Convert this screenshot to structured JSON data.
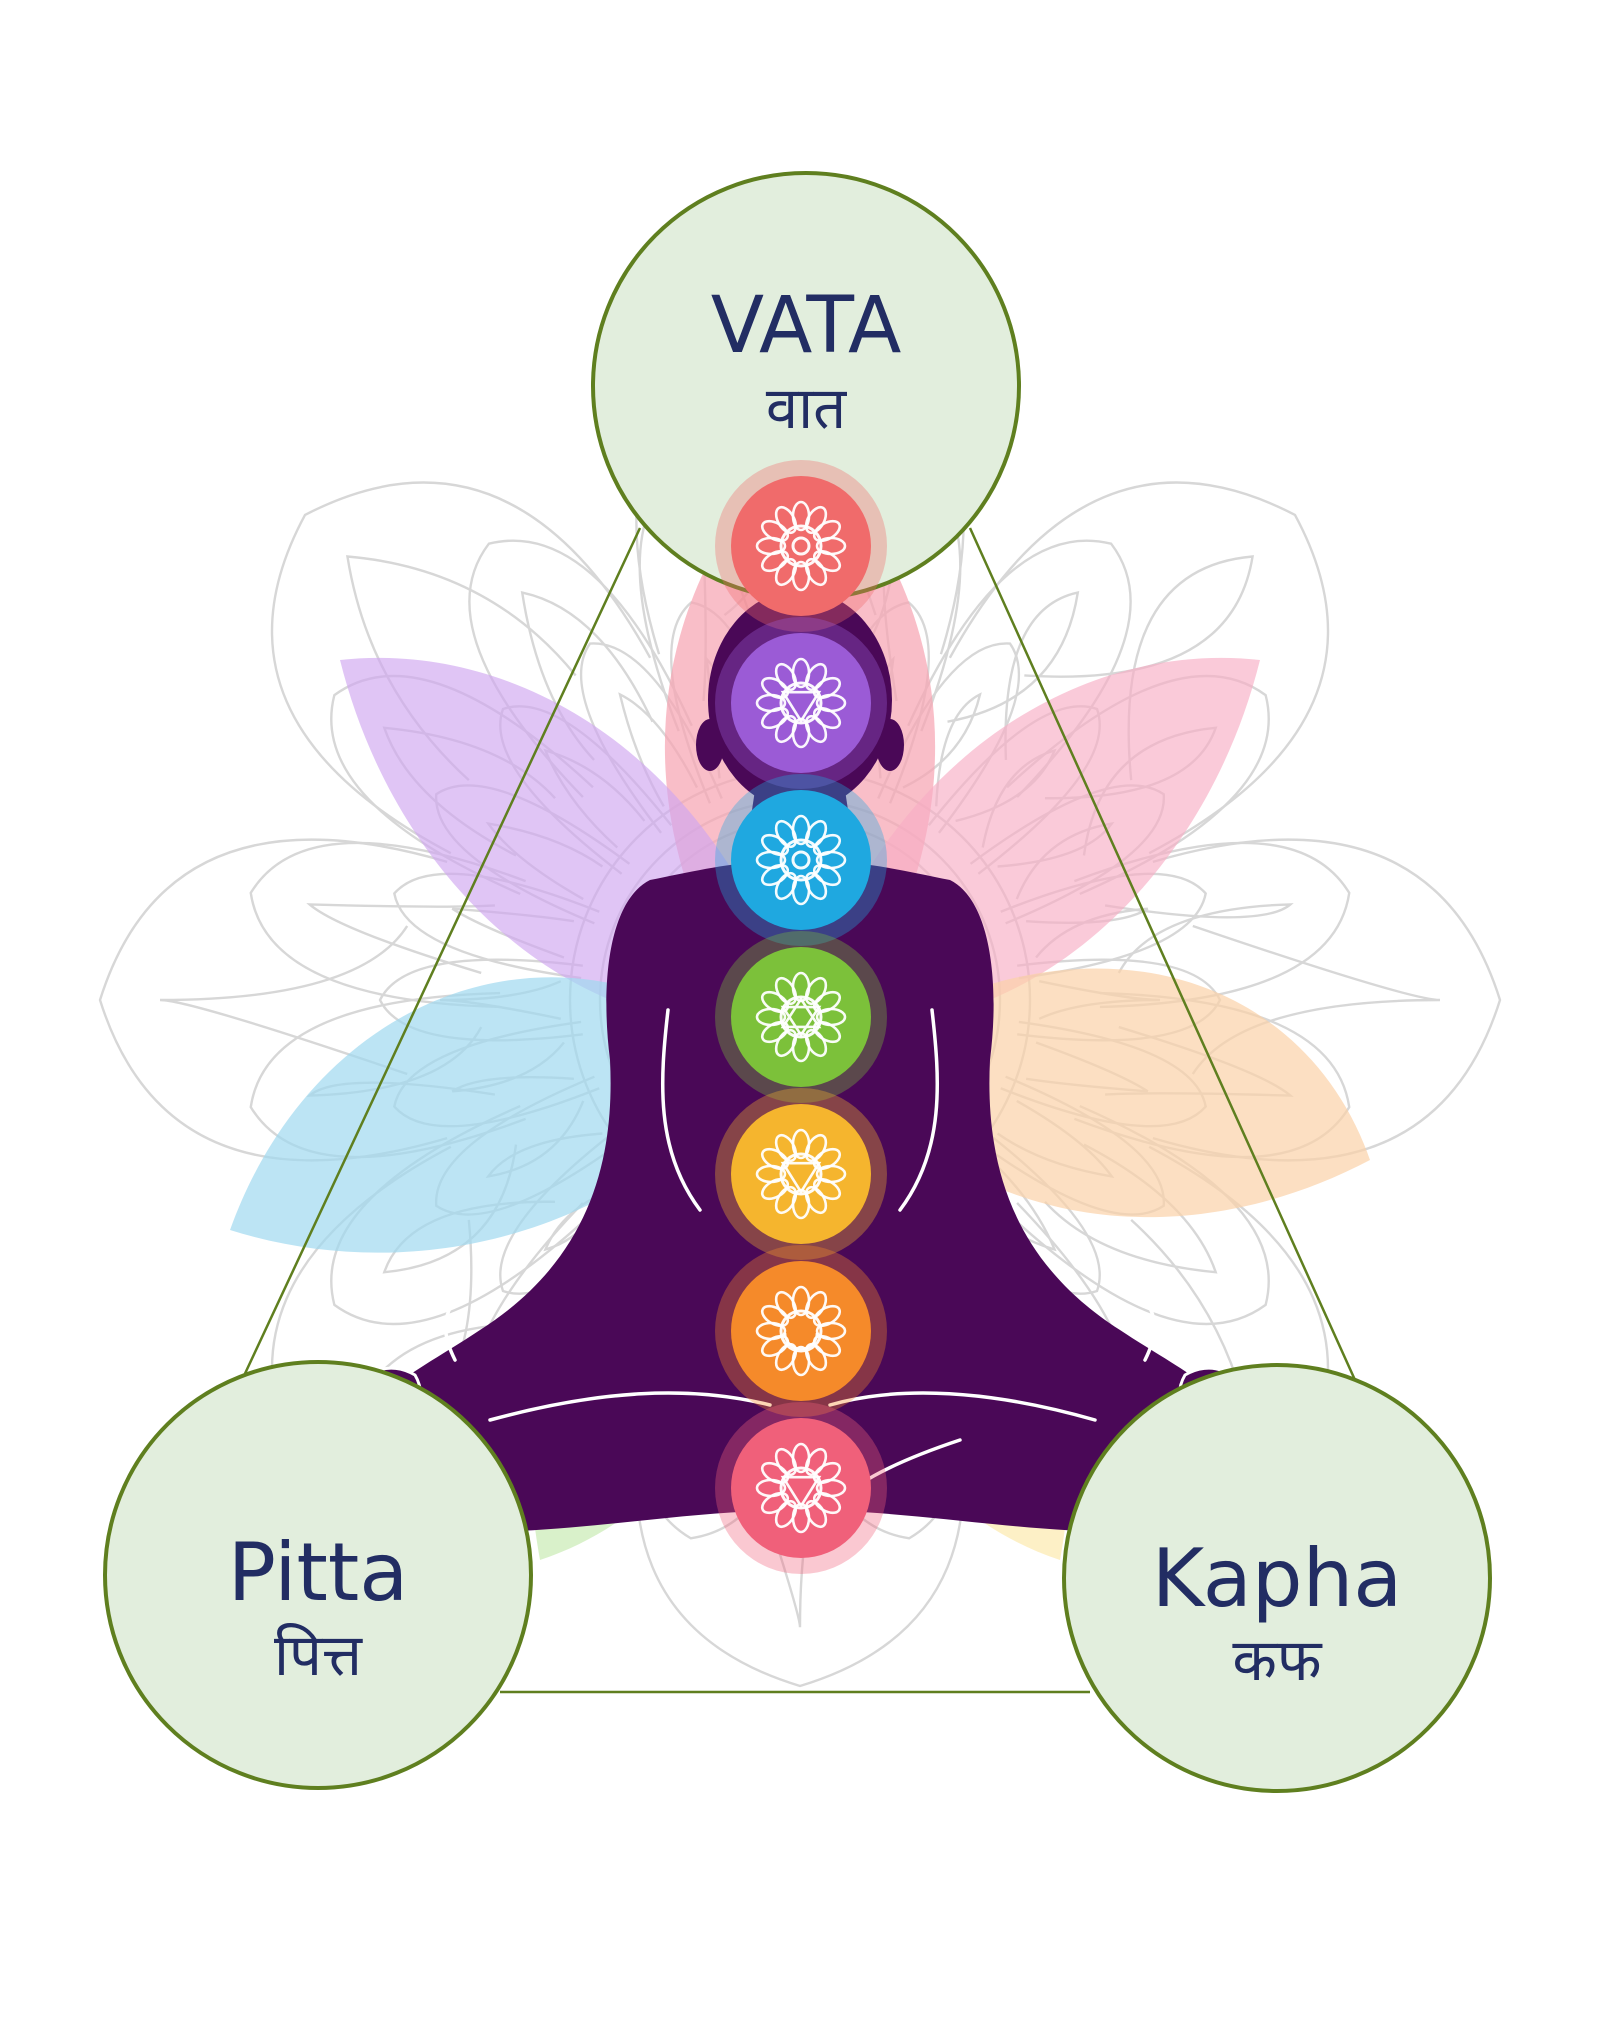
{
  "doshas": {
    "vata": {
      "name": "VATA",
      "native": "वात"
    },
    "pitta": {
      "name": "Pitta",
      "native": "पित्त"
    },
    "kapha": {
      "name": "Kapha",
      "native": "कफ"
    }
  },
  "colors": {
    "circle_fill": "#e2eedd",
    "circle_stroke": "#5f7f1f",
    "text": "#222d63",
    "figure": "#4a0857",
    "mandala": "#d7d7d7"
  },
  "chakras": [
    {
      "icon": "crown-chakra-icon",
      "color": "#f06b6b"
    },
    {
      "icon": "third-eye-chakra-icon",
      "color": "#9b5bd6"
    },
    {
      "icon": "throat-chakra-icon",
      "color": "#1fa8e0"
    },
    {
      "icon": "heart-chakra-icon",
      "color": "#7cc13a"
    },
    {
      "icon": "solar-plexus-chakra-icon",
      "color": "#f5b52e"
    },
    {
      "icon": "sacral-chakra-icon",
      "color": "#f58a2a"
    },
    {
      "icon": "root-chakra-icon",
      "color": "#f0607a"
    }
  ],
  "petals": [
    {
      "name": "top-petal",
      "color": "#f7a5b3"
    },
    {
      "name": "upper-left-petal",
      "color": "#cfa6f0"
    },
    {
      "name": "upper-right-petal",
      "color": "#f7aec4"
    },
    {
      "name": "lower-left-petal",
      "color": "#9fd9f0"
    },
    {
      "name": "lower-right-petal",
      "color": "#fbd1a8"
    },
    {
      "name": "bottom-left-petal",
      "color": "#bfe8a6"
    },
    {
      "name": "bottom-right-petal",
      "color": "#fbe6a0"
    }
  ]
}
